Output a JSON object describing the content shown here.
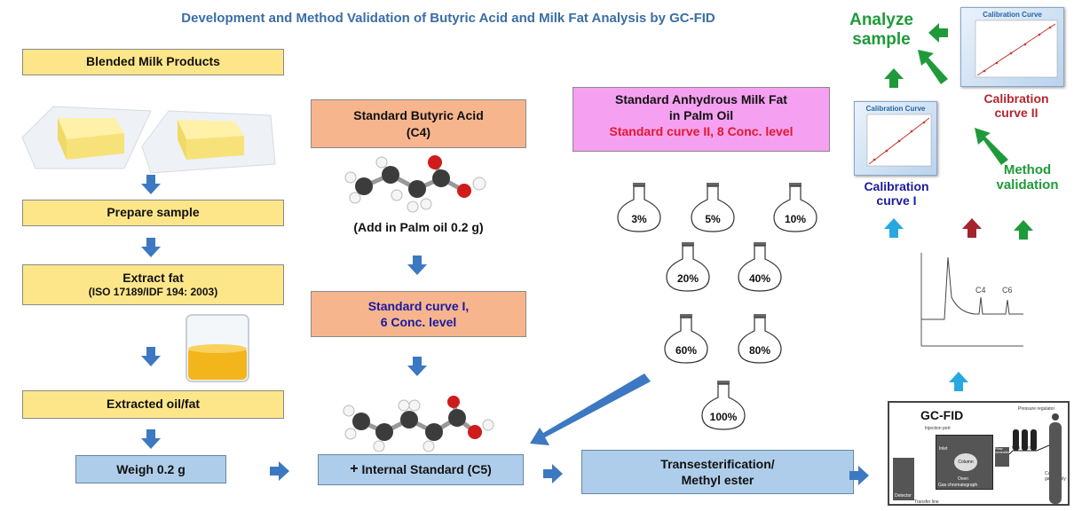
{
  "title": "Development and Method Validation of Butyric Acid and Milk Fat Analysis by GC-FID",
  "left_column": {
    "blended": "Blended Milk Products",
    "prepare": "Prepare sample",
    "extract": "Extract fat",
    "extract_ref": "(ISO 17189/IDF 194: 2003)",
    "extracted": "Extracted oil/fat",
    "weigh": "Weigh 0.2 g"
  },
  "middle_column": {
    "std_butyric_line1": "Standard Butyric Acid",
    "std_butyric_line2": "(C4)",
    "add_palm": "(Add in Palm oil 0.2 g)",
    "curve1_line1": "Standard curve I,",
    "curve1_line2": "6 Conc. level",
    "internal_plus": "+",
    "internal": "Internal  Standard (C5)"
  },
  "milk_fat": {
    "line1": "Standard Anhydrous Milk Fat",
    "line2": "in Palm Oil",
    "line3": "Standard curve II, 8 Conc. level",
    "flasks": [
      "3%",
      "5%",
      "10%",
      "20%",
      "40%",
      "60%",
      "80%",
      "100%"
    ]
  },
  "transester": {
    "line1": "Transesterification/",
    "line2": "Methyl ester"
  },
  "gc": {
    "label": "GC-FID",
    "parts": {
      "injection": "Injection port",
      "inlet": "Inlet",
      "column": "Column",
      "flow": "Flow controller",
      "filters": "Gas filters",
      "pressure": "Pressure regulator",
      "carrier": "Carrier gas supply",
      "oven": "Oven",
      "gc": "Gas chromatograph",
      "detector": "Detector",
      "transfer": "Transfer line"
    }
  },
  "chromatogram": {
    "peaks": [
      "C4",
      "C6"
    ]
  },
  "right_column": {
    "analyze_line1": "Analyze",
    "analyze_line2": "sample",
    "cal1_line1": "Calibration",
    "cal1_line2": "curve I",
    "cal2_line1": "Calibration",
    "cal2_line2": "curve II",
    "method_line1": "Method",
    "method_line2": "validation",
    "chart_title": "Calibration Curve"
  },
  "colors": {
    "yellow_box": "#fde68a",
    "orange_box": "#f7b58e",
    "blue_box": "#aecdea",
    "pink_box": "#f5a0f0",
    "arrow_blue": "#3d78c2",
    "arrow_green": "#1f9a3a",
    "arrow_dark_red": "#a5232d",
    "arrow_light_blue": "#28a8e0",
    "title_blue": "#3a6ea5"
  }
}
